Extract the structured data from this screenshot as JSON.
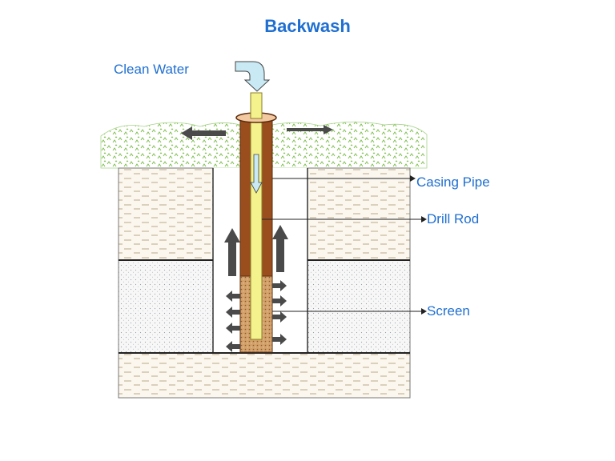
{
  "title": "Backwash",
  "labels": {
    "clean_water": "Clean Water",
    "casing_pipe": "Casing Pipe",
    "drill_rod": "Drill Rod",
    "screen": "Screen"
  },
  "colors": {
    "title_text": "#1f6fd1",
    "label_text": "#1f6fd1",
    "grass": "#7fbf4f",
    "casing": "#9a4e1e",
    "drill_rod": "#f4f28c",
    "water_arrow": "#c9eaf5",
    "flow_arrow": "#4a4a4a",
    "screen": "#d2a069"
  }
}
